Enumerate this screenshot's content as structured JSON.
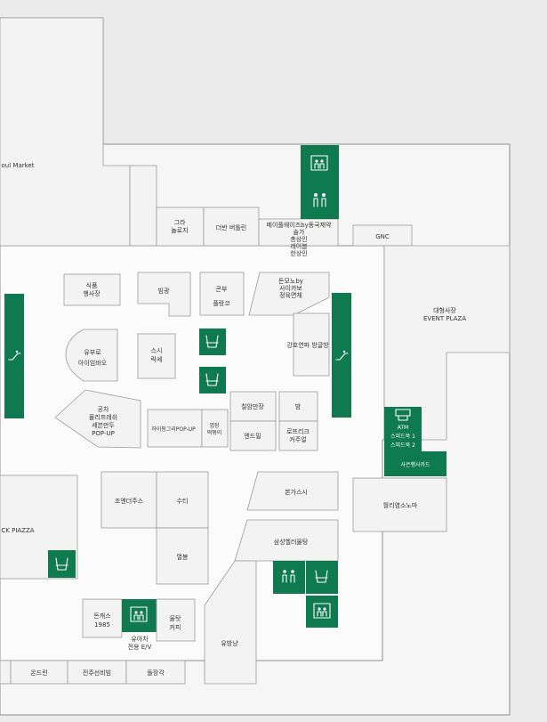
{
  "map": {
    "stores": {
      "seoul_market": "oul Market",
      "grand_toys": [
        "그라",
        "놀로지"
      ],
      "deoban_butler": "더반 버틀린",
      "heritage": [
        "메이플웨이즈by동국제약",
        "솔가",
        "총상인",
        "레이블",
        "한상인"
      ],
      "gnc": "GNC",
      "food_event": [
        "식품",
        "행사장"
      ],
      "brand_a": "빔광",
      "konbu": "콘부",
      "flower": "플랑코",
      "donmono": [
        "돈모노by",
        "사이카보",
        "정육면체"
      ],
      "yubuyo": [
        "유부로",
        "아이임바오"
      ],
      "sushi": [
        "스시",
        "락세"
      ],
      "ganghoyeon": "강호연파 방글방",
      "event_plaza": [
        "대형사장",
        "EVENT PLAZA"
      ],
      "gongcha": [
        "공차",
        "몰리프레쉬",
        "세븐만두",
        "POP-UP"
      ],
      "hipop": "하이핑그리POP-UP",
      "yeomtteok": [
        "엽장",
        "떡볶이"
      ],
      "chilgap": "칠암만장",
      "bam": "밤",
      "endmill": "엔드밀",
      "roprik": [
        "로프리크",
        "커주얼"
      ],
      "jordan": "조엔더주스",
      "suti": "수티",
      "bongasushi": "본가스시",
      "wolri": "월리염소노마",
      "plaza_left": "CK PIAZZA",
      "yeolbong": "열봉",
      "samsung": "삼성헬러물탕",
      "donkatsu": [
        "돈캐스",
        "1985"
      ],
      "baby_ev": [
        "유아차",
        "전용 E/V"
      ],
      "yultat": [
        "율탓",
        "커피"
      ],
      "yubangnyang": "유방냥",
      "ondrin": "온드린",
      "jeonju": "전주선비빔",
      "dolpa": "돌장각"
    },
    "services": {
      "atm": [
        "ATM",
        "스피드북 1",
        "스피드북 2"
      ],
      "info": "사은행사카드"
    },
    "icons": [
      "elevator-icon",
      "restroom-icon",
      "escalator-icon",
      "trash-bin-icon",
      "atm-icon"
    ],
    "colors": {
      "facility_green": "#0f7a50",
      "shop_fill": "#f3f3f3",
      "outline": "#8e8e8e",
      "background": "#ebebeb"
    }
  }
}
